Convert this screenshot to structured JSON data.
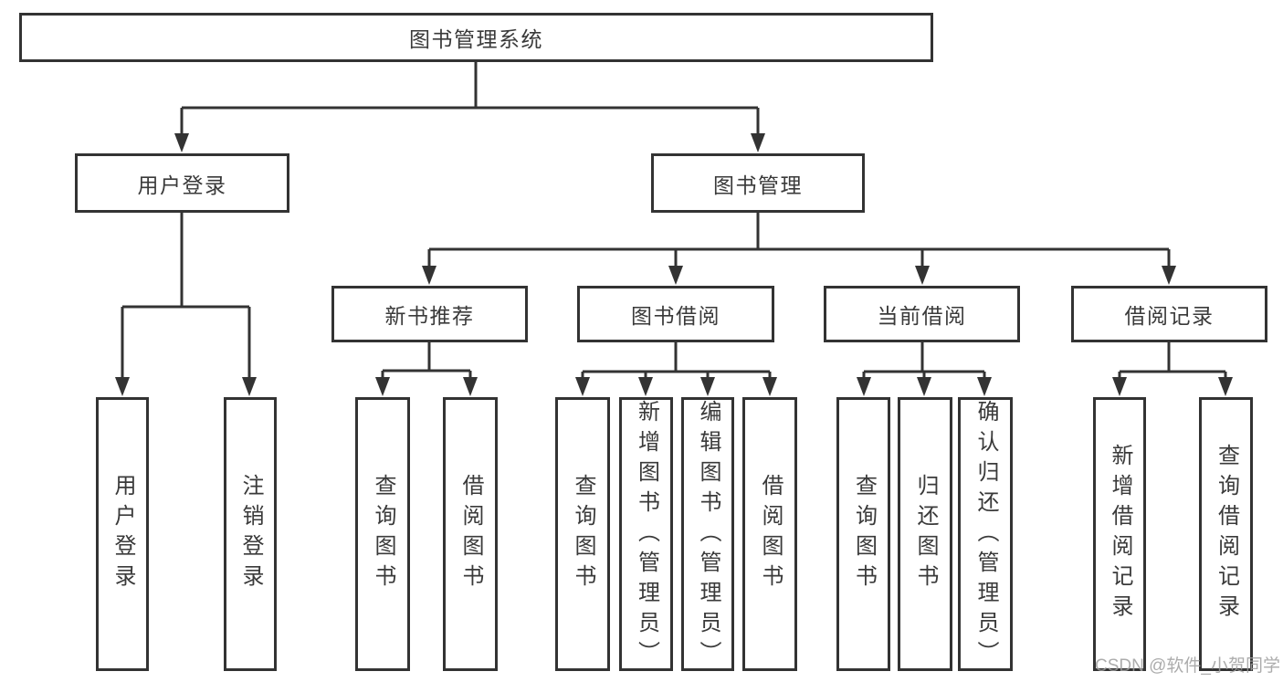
{
  "colors": {
    "line": "#333333",
    "text": "#3a3a3a",
    "background": "#ffffff",
    "watermark": "#9e9e9e"
  },
  "nodes": {
    "root": {
      "label": "图书管理系统"
    },
    "user_login": {
      "label": "用户登录",
      "children": {
        "login": {
          "label": "用户登录"
        },
        "logout": {
          "label": "注销登录"
        }
      }
    },
    "book_mgmt": {
      "label": "图书管理",
      "children": {
        "new_book_rec": {
          "label": "新书推荐",
          "children": {
            "query_books": {
              "label": "查询图书"
            },
            "borrow_books": {
              "label": "借阅图书"
            }
          }
        },
        "book_borrow": {
          "label": "图书借阅",
          "children": {
            "query_books": {
              "label": "查询图书"
            },
            "add_books": {
              "label": "新增图书（管理员）"
            },
            "edit_books": {
              "label": "编辑图书（管理员）"
            },
            "borrow_books": {
              "label": "借阅图书"
            }
          }
        },
        "current_borrow": {
          "label": "当前借阅",
          "children": {
            "query_books": {
              "label": "查询图书"
            },
            "return_books": {
              "label": "归还图书"
            },
            "confirm_return": {
              "label": "确认归还（管理员）"
            }
          }
        },
        "borrow_records": {
          "label": "借阅记录",
          "children": {
            "add_record": {
              "label": "新增借阅记录"
            },
            "query_record": {
              "label": "查询借阅记录"
            }
          }
        }
      }
    }
  },
  "watermark": {
    "text": "CSDN @软件_小贺同学"
  }
}
